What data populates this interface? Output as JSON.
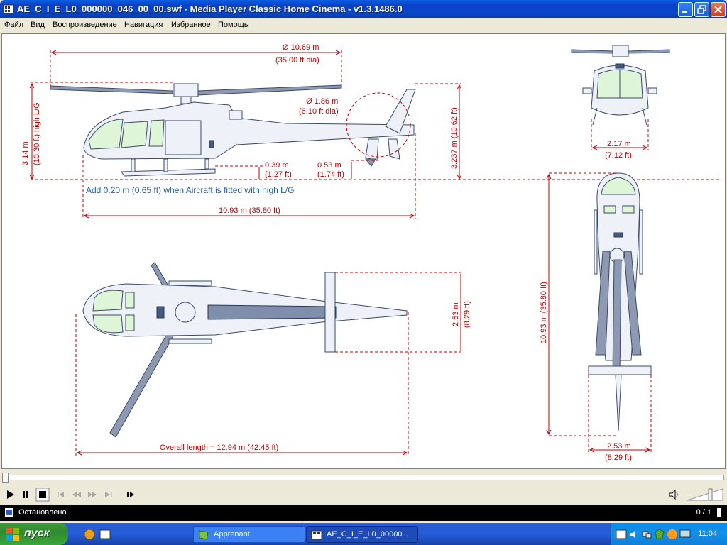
{
  "window": {
    "title": "AE_C_I_E_L0_000000_046_00_00.swf - Media Player Classic Home Cinema - v1.3.1486.0"
  },
  "menu": {
    "items": [
      "Файл",
      "Вид",
      "Воспроизведение",
      "Навигация",
      "Избранное",
      "Помощь"
    ]
  },
  "diagram": {
    "rotor_diameter": "Ø 10.69 m",
    "rotor_diameter_ft": "(35.00 ft dia)",
    "tail_rotor_diameter": "Ø 1.86 m",
    "tail_rotor_diameter_ft": "(6.10 ft dia)",
    "high_lg_height": "3.14 m",
    "high_lg_height_ft": "(10.30 ft) high L/G",
    "overall_height": "3.237 m (10.62 ft)",
    "skid_clearance": "0.39 m",
    "skid_clearance_ft": "(1.27 ft)",
    "tail_clearance": "0.53 m",
    "tail_clearance_ft": "(1.74 ft)",
    "high_lg_note": "Add 0.20 m (0.65 ft) when Aircraft is fitted with high L/G",
    "fuselage_length": "10.93 m (35.80 ft)",
    "front_width": "2.17 m",
    "front_width_ft": "(7.12 ft)",
    "stabilizer_span": "2.53 m",
    "stabilizer_span_ft": "(8.29 ft)",
    "overall_length": "Overall length = 12.94 m (42.45 ft)",
    "top_length": "10.93 m (35.80 ft)",
    "top_width": "2.53 m",
    "top_width_ft": "(8.29 ft)"
  },
  "player": {
    "status": "Остановлено",
    "counter": "0 / 1"
  },
  "taskbar": {
    "start_label": "пуск",
    "tasks": [
      "Apprenant",
      "AE_C_I_E_L0_00000..."
    ],
    "clock": "11:04"
  },
  "colors": {
    "dimension": "#c00000",
    "note": "#1f5fa8",
    "glass": "#dff5d8",
    "fuselage": "#eef2f8"
  }
}
